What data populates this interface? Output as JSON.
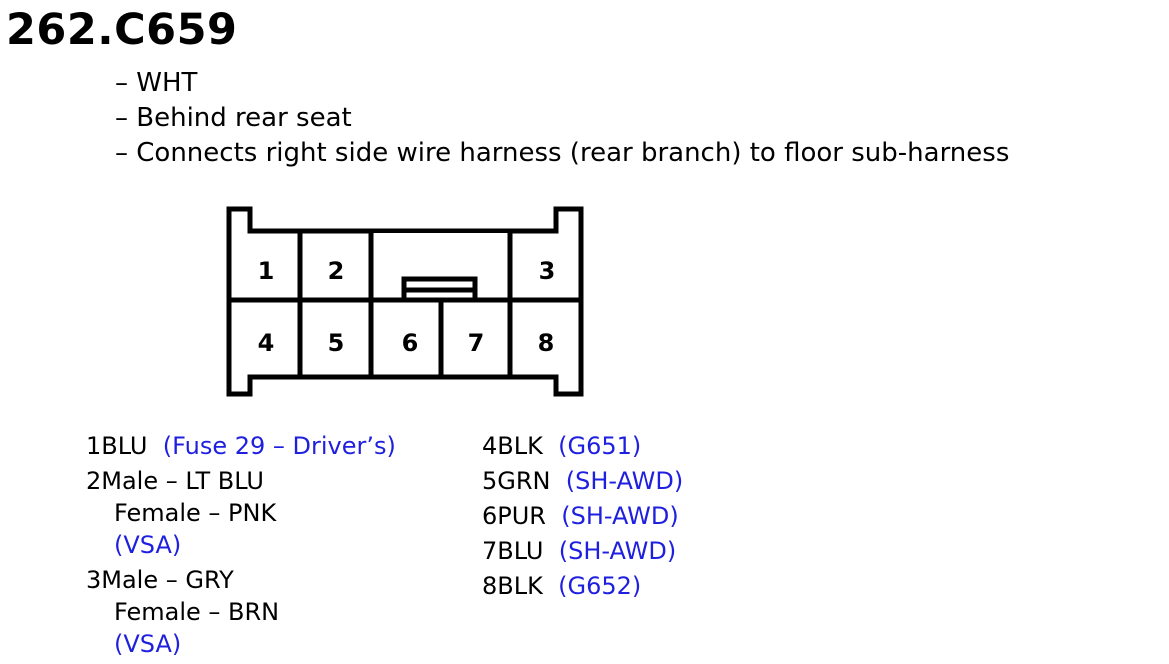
{
  "title": "262.C659",
  "description": [
    "WHT",
    "Behind rear seat",
    "Connects right side wire harness (rear branch) to floor sub-harness"
  ],
  "connector": {
    "pins": [
      "1",
      "2",
      "3",
      "4",
      "5",
      "6",
      "7",
      "8"
    ]
  },
  "pins_left": {
    "p1": {
      "label": "1BLU",
      "note": "(Fuse 29 – Driver’s)"
    },
    "p2": {
      "male": "2Male – LT BLU",
      "female": "Female – PNK",
      "note": "(VSA)"
    },
    "p3": {
      "male": "3Male – GRY",
      "female": "Female – BRN",
      "note": "(VSA)"
    }
  },
  "pins_right": [
    {
      "label": "4BLK",
      "note": "(G651)"
    },
    {
      "label": "5GRN",
      "note": "(SH-AWD)"
    },
    {
      "label": "6PUR",
      "note": "(SH-AWD)"
    },
    {
      "label": "7BLU",
      "note": "(SH-AWD)"
    },
    {
      "label": "8BLK",
      "note": "(G652)"
    }
  ],
  "colors": {
    "note_text": "#1f1fe0",
    "line": "#000000"
  }
}
